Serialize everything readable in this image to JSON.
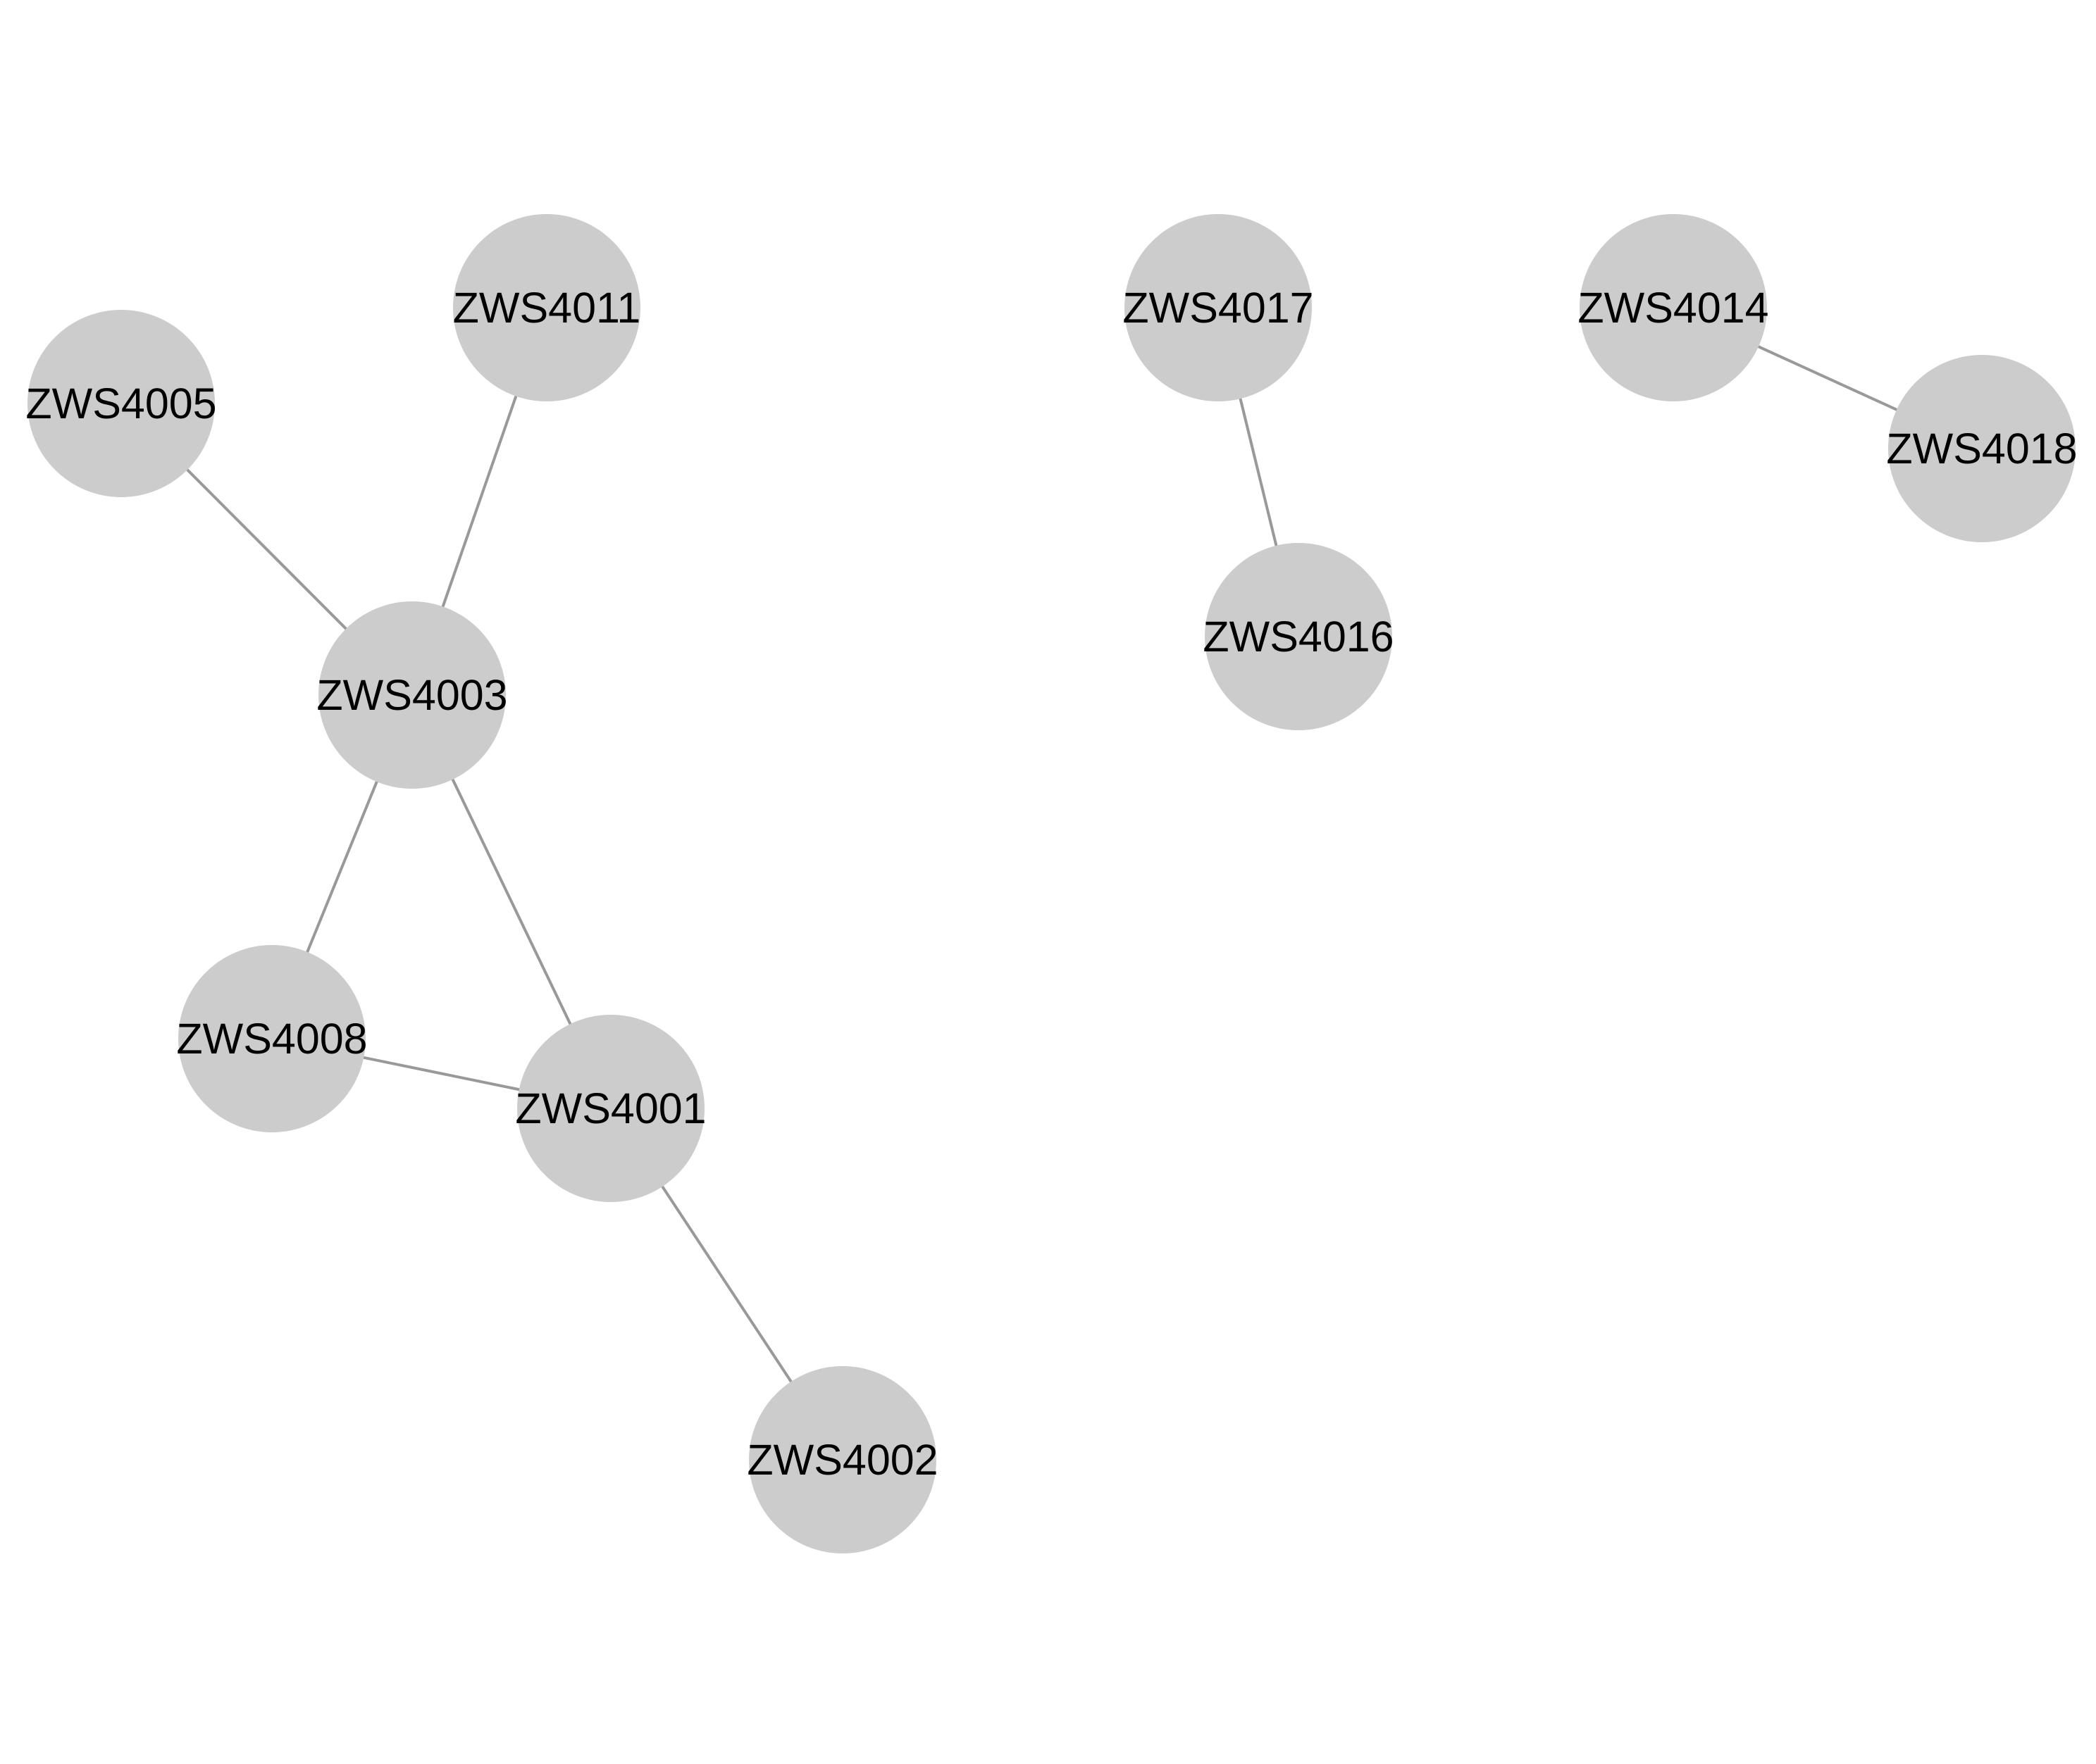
{
  "graph": {
    "nodes": [
      {
        "id": "n4011",
        "label": "ZWS4011"
      },
      {
        "id": "n4005",
        "label": "ZWS4005"
      },
      {
        "id": "n4003",
        "label": "ZWS4003"
      },
      {
        "id": "n4008",
        "label": "ZWS4008"
      },
      {
        "id": "n4001",
        "label": "ZWS4001"
      },
      {
        "id": "n4002",
        "label": "ZWS4002"
      },
      {
        "id": "n4017",
        "label": "ZWS4017"
      },
      {
        "id": "n4016",
        "label": "ZWS4016"
      },
      {
        "id": "n4014",
        "label": "ZWS4014"
      },
      {
        "id": "n4018",
        "label": "ZWS4018"
      }
    ],
    "edges": [
      {
        "from": "n4005",
        "to": "n4003"
      },
      {
        "from": "n4011",
        "to": "n4003"
      },
      {
        "from": "n4003",
        "to": "n4008"
      },
      {
        "from": "n4003",
        "to": "n4001"
      },
      {
        "from": "n4008",
        "to": "n4001"
      },
      {
        "from": "n4001",
        "to": "n4002"
      },
      {
        "from": "n4017",
        "to": "n4016"
      },
      {
        "from": "n4014",
        "to": "n4018"
      }
    ],
    "colors": {
      "node_fill": "#cccccc",
      "edge": "#999999",
      "label": "#000000",
      "background": "#ffffff"
    }
  }
}
